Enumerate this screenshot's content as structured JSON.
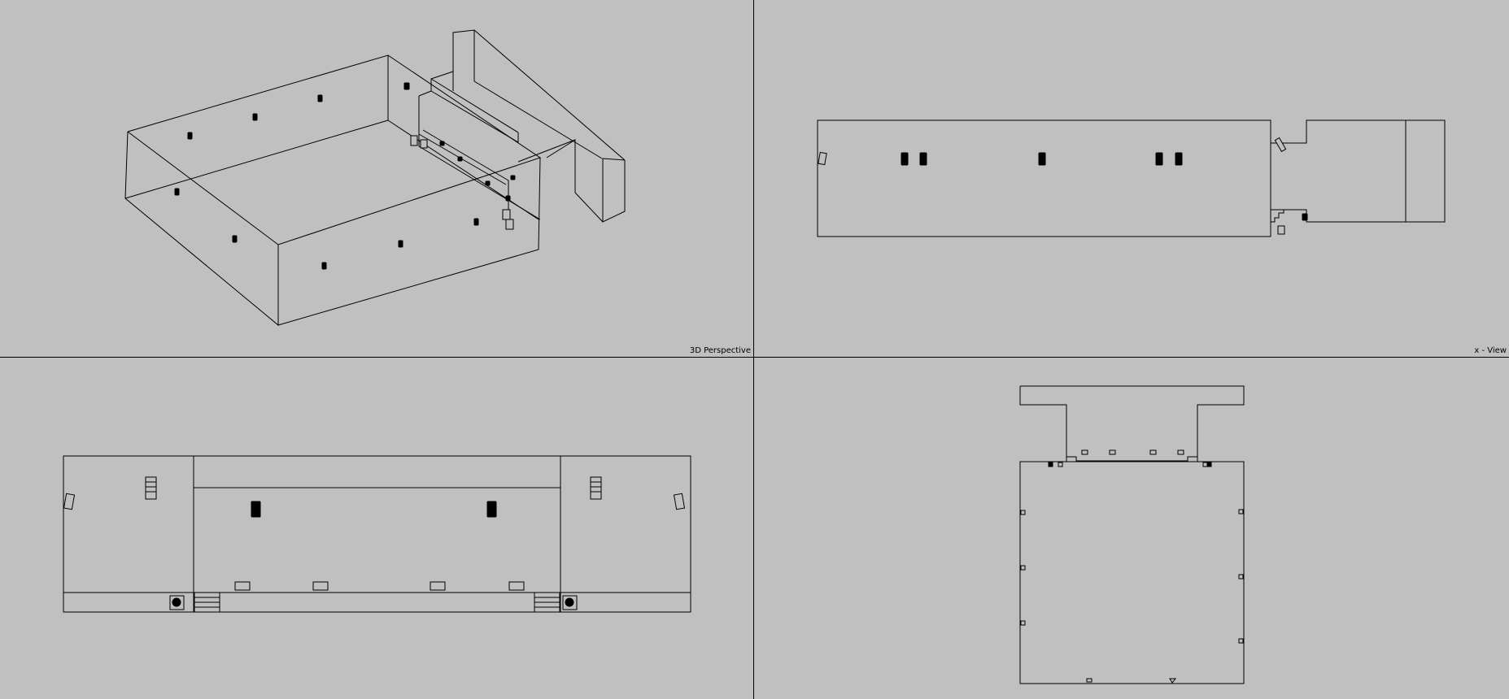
{
  "viewports": [
    {
      "id": "perspective",
      "label": "3D Perspective"
    },
    {
      "id": "x-view",
      "label": "x - View"
    },
    {
      "id": "y-view",
      "label": ""
    },
    {
      "id": "top-view",
      "label": ""
    }
  ],
  "colors": {
    "background": "#c0c0c0",
    "lines": "#000000"
  },
  "icons": [
    "speaker-icon",
    "subwoofer-icon",
    "stairs-icon"
  ]
}
